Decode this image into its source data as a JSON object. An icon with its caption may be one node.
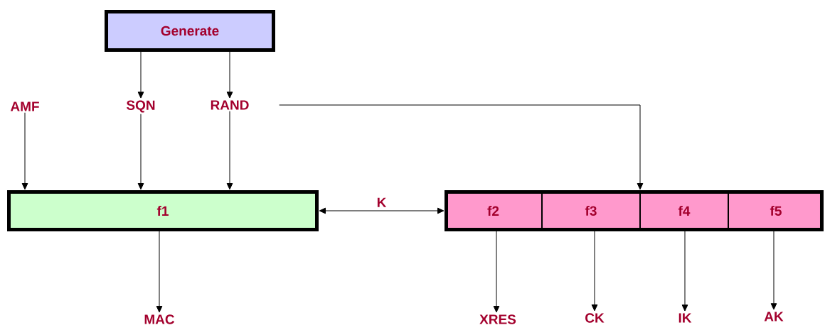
{
  "diagram": {
    "nodes": [
      {
        "text": [
          "Generate"
        ]
      },
      {
        "text": [
          "AMF"
        ]
      },
      {
        "text": [
          "SQN"
        ]
      },
      {
        "text": [
          "RAND"
        ]
      },
      {
        "text": [
          "f1"
        ]
      },
      {
        "text": [],
        "shape": "box"
      },
      {
        "text": [
          "f2"
        ],
        "in": 5
      },
      {
        "text": [
          "f3"
        ],
        "in": 5
      },
      {
        "text": [
          "f4"
        ],
        "in": 5
      },
      {
        "text": [
          "f5"
        ],
        "in": 5
      },
      {
        "text": [
          "MAC"
        ]
      },
      {
        "text": [
          "XRES"
        ]
      },
      {
        "text": [
          "CK"
        ]
      },
      {
        "text": [
          "IK"
        ]
      },
      {
        "text": [
          "AK"
        ]
      }
    ],
    "edges": [
      {
        "from": 0,
        "to": 2,
        "arrow": "to"
      },
      {
        "from": 0,
        "to": 3,
        "arrow": "to"
      },
      {
        "from": 1,
        "to": 4,
        "arrow": "to"
      },
      {
        "from": 2,
        "to": 4,
        "arrow": "to"
      },
      {
        "from": 3,
        "to": 4,
        "arrow": "to"
      },
      {
        "from": 3,
        "to": 5,
        "arrow": "to"
      },
      {
        "from": 4,
        "to": 5,
        "label": "K",
        "arrow": "both"
      },
      {
        "from": 4,
        "to": 10,
        "arrow": "to"
      },
      {
        "from": 6,
        "to": 11,
        "arrow": "to"
      },
      {
        "from": 7,
        "to": 12,
        "arrow": "to"
      },
      {
        "from": 8,
        "to": 13,
        "arrow": "to"
      },
      {
        "from": 9,
        "to": 14,
        "arrow": "to"
      }
    ]
  }
}
